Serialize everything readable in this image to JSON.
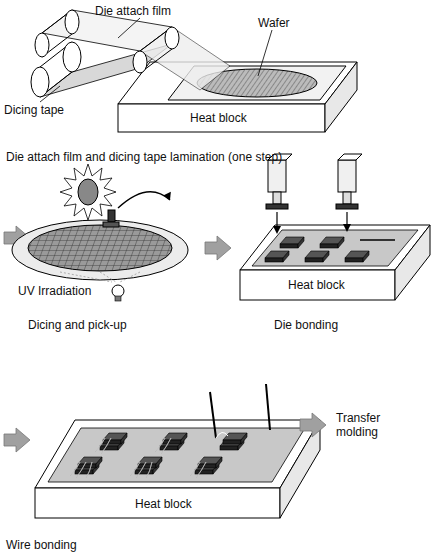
{
  "diagram": {
    "labels": [
      "Die attach film",
      "Wafer",
      "Dicing tape",
      "Heat block",
      "Die attach film and dicing tape lamination (one step)",
      "UV Irradiation",
      "Dicing and pick-up",
      "Heat block",
      "Die bonding",
      "Heat block",
      "Wire bonding",
      "Transfer molding"
    ]
  }
}
